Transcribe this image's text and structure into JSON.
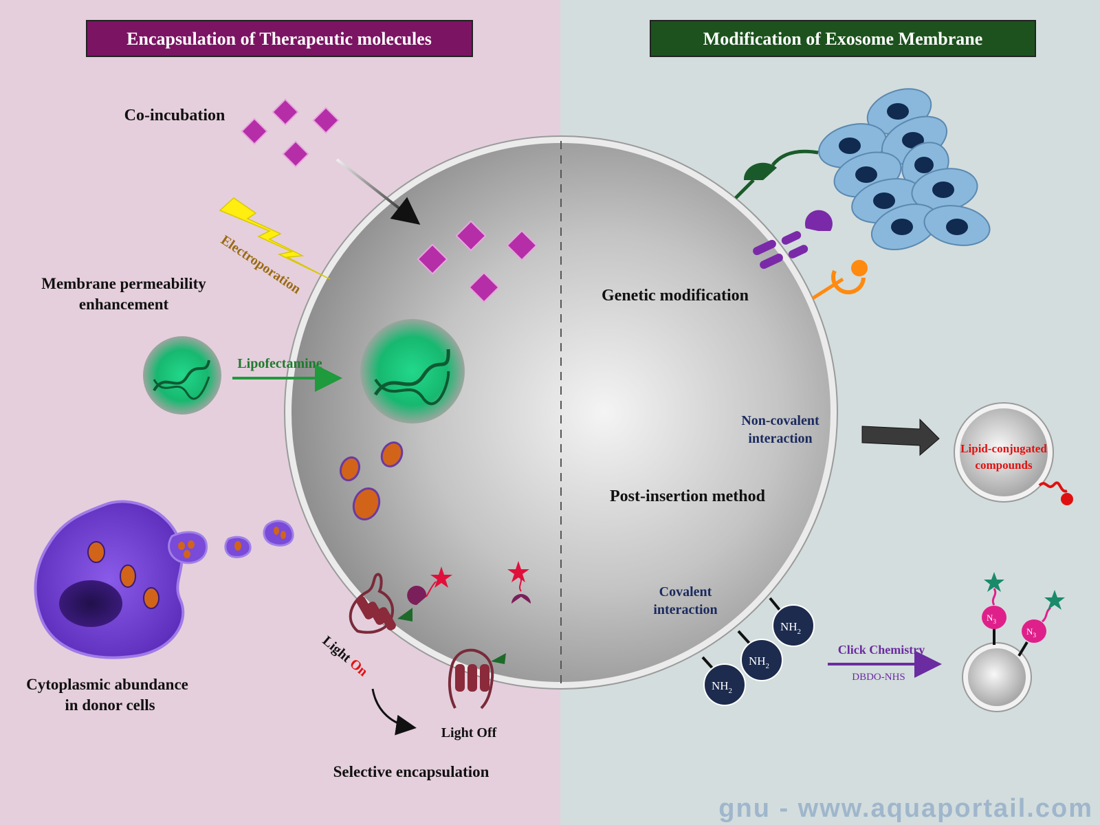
{
  "left_header": "Encapsulation of Therapeutic molecules",
  "right_header": "Modification of Exosome Membrane",
  "labels": {
    "co_incubation": "Co-incubation",
    "electroporation": "Electroporation",
    "membrane_perm_1": "Membrane permeability",
    "membrane_perm_2": "enhancement",
    "lipofectamine": "Lipofectamine",
    "cyto_1": "Cytoplasmic abundance",
    "cyto_2": "in donor cells",
    "light": "Light",
    "on": "On",
    "light_off": "Light Off",
    "selective": "Selective encapsulation",
    "genetic": "Genetic modification",
    "noncov_1": "Non-covalent",
    "noncov_2": "interaction",
    "post_insertion": "Post-insertion method",
    "lipid_1": "Lipid-conjugated",
    "lipid_2": "compounds",
    "cov_1": "Covalent",
    "cov_2": "interaction",
    "nh2": "NH",
    "nh2_sub": "2",
    "click_chem": "Click Chemistry",
    "dbdo": "DBDO-NHS",
    "n3": "N",
    "n3_sub": "3"
  },
  "watermark": "gnu - www.aquaportail.com",
  "colors": {
    "left_bg": "#e5cfdc",
    "right_bg": "#d3dddd",
    "left_header_bg": "#7b1462",
    "right_header_bg": "#1d521e",
    "drug_magenta": "#b52ea8",
    "dna_green": "#1fc27a",
    "lipofectamine_green": "#1f9a3c",
    "electroporation_brown": "#9a6a12",
    "cell_blue": "#8ab8dc",
    "click_purple": "#6a2ca0",
    "lipid_red": "#e01010",
    "azide_pink": "#e0208a",
    "nh2_navy": "#1c2b4e"
  }
}
